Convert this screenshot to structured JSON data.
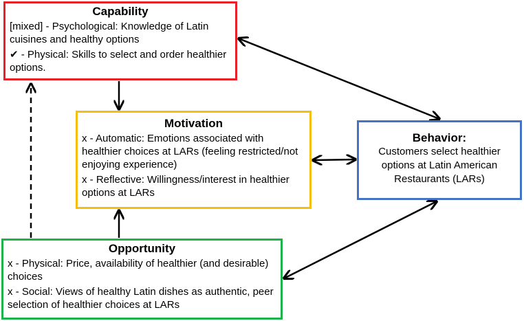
{
  "diagram": {
    "colors": {
      "capability": "#e8202a",
      "motivation": "#f5bf10",
      "behavior": "#4472c4",
      "opportunity": "#1db34a"
    },
    "capability": {
      "title": "Capability",
      "items": [
        {
          "marker": "[mixed]",
          "text": " - Psychological: Knowledge of Latin cuisines and healthy options"
        },
        {
          "marker": "✔",
          "text": " - Physical: Skills to select and order healthier options."
        }
      ]
    },
    "motivation": {
      "title": "Motivation",
      "items": [
        {
          "marker": "x",
          "text": " - Automatic: Emotions associated with healthier choices at LARs (feeling restricted/not enjoying experience)"
        },
        {
          "marker": "x",
          "text": " - Reflective: Willingness/interest in healthier options at LARs"
        }
      ]
    },
    "behavior": {
      "title": "Behavior:",
      "text": "Customers select healthier options at Latin American Restaurants (LARs)"
    },
    "opportunity": {
      "title": "Opportunity",
      "items": [
        {
          "marker": "x",
          "text": " - Physical: Price, availability of healthier (and desirable) choices"
        },
        {
          "marker": "x",
          "text": " - Social: Views of healthy Latin dishes as authentic, peer selection of healthier choices at LARs"
        }
      ]
    }
  }
}
